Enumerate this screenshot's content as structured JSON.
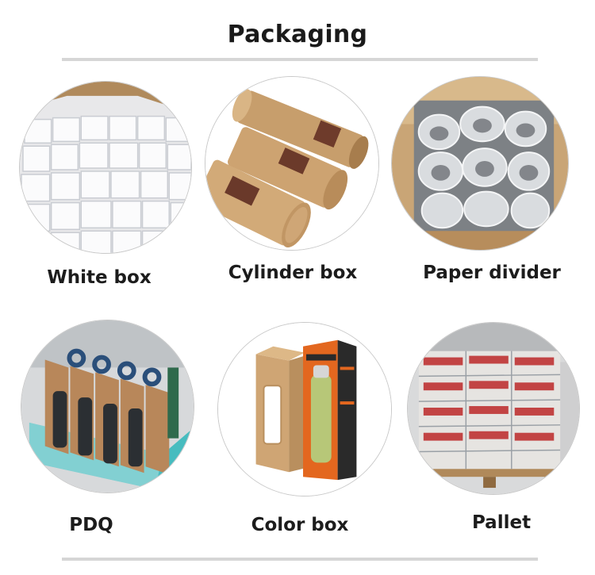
{
  "header": {
    "title": "Packaging"
  },
  "items": [
    {
      "label": "White box"
    },
    {
      "label": "Cylinder box"
    },
    {
      "label": "Paper divider"
    },
    {
      "label": "PDQ"
    },
    {
      "label": "Color box"
    },
    {
      "label": "Pallet"
    }
  ],
  "colors": {
    "title": "#1a1a1a",
    "divider": "#d6d6d6",
    "kraft": "#c9a170",
    "cardboard": "#c8a273",
    "orange_accent": "#e36a1f",
    "teal_tray": "#3fb6b8",
    "red_print": "#c43a3a"
  }
}
